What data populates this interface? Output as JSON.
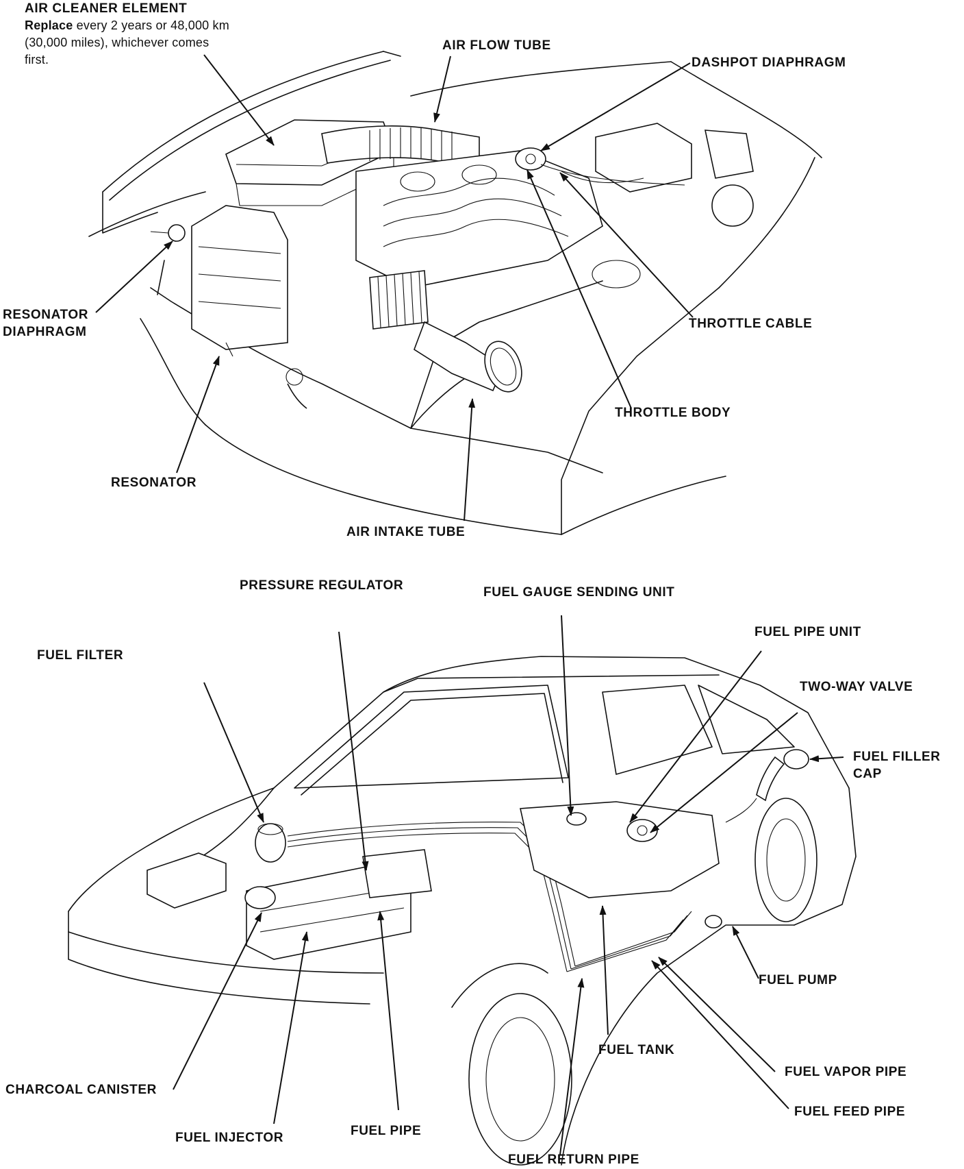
{
  "engine_bay": {
    "air_cleaner": {
      "title": "AIR CLEANER ELEMENT",
      "note_bold": "Replace",
      "note_line1": " every 2 years or 48,000 km",
      "note_line2": "(30,000 miles), whichever comes",
      "note_line3": "first."
    },
    "labels": {
      "air_flow_tube": "AIR FLOW TUBE",
      "dashpot_diaphragm": "DASHPOT DIAPHRAGM",
      "resonator_diaphragm_1": "RESONATOR",
      "resonator_diaphragm_2": "DIAPHRAGM",
      "throttle_cable": "THROTTLE CABLE",
      "throttle_body": "THROTTLE BODY",
      "resonator": "RESONATOR",
      "air_intake_tube": "AIR INTAKE TUBE"
    }
  },
  "fuel_system": {
    "labels": {
      "pressure_regulator": "PRESSURE REGULATOR",
      "fuel_gauge_sending_unit": "FUEL GAUGE SENDING UNIT",
      "fuel_pipe_unit": "FUEL PIPE UNIT",
      "fuel_filter": "FUEL FILTER",
      "two_way_valve": "TWO-WAY VALVE",
      "fuel_filler_cap_1": "FUEL FILLER",
      "fuel_filler_cap_2": "CAP",
      "fuel_pump": "FUEL PUMP",
      "fuel_tank": "FUEL TANK",
      "fuel_vapor_pipe": "FUEL VAPOR PIPE",
      "fuel_feed_pipe": "FUEL FEED PIPE",
      "charcoal_canister": "CHARCOAL CANISTER",
      "fuel_injector": "FUEL INJECTOR",
      "fuel_pipe": "FUEL PIPE",
      "fuel_return_pipe": "FUEL RETURN PIPE"
    }
  }
}
